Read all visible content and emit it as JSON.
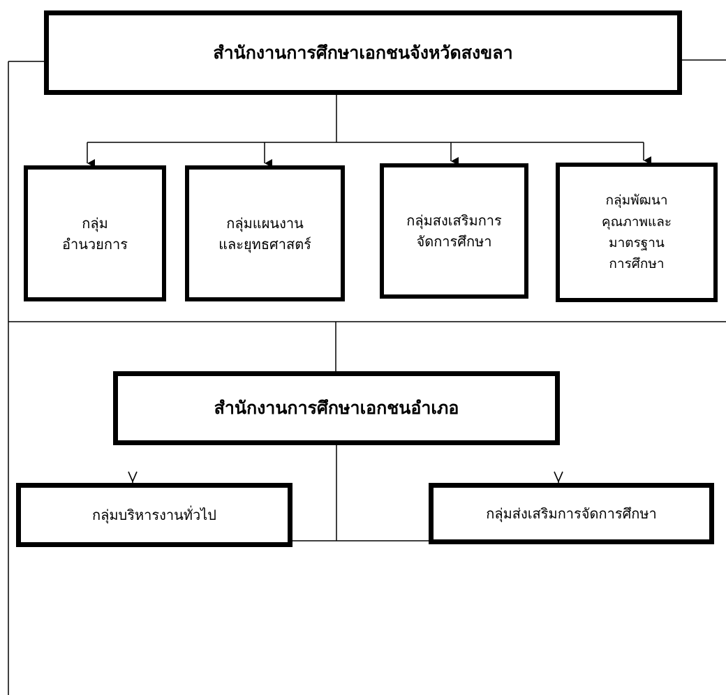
{
  "province_office": {
    "label": "สำนักงานการศึกษาเอกชนจังหวัดสงขลา"
  },
  "province_groups": [
    {
      "label": "กลุ่ม\nอำนวยการ"
    },
    {
      "label": "กลุ่มแผนงาน\nและยุทธศาสตร์"
    },
    {
      "label": "กลุ่มสงเสริมการ\nจัดการศึกษา"
    },
    {
      "label": "กลุ่มพัฒนา\nคุณภาพและ\nมาตรฐาน\nการศึกษา"
    }
  ],
  "district_office": {
    "label": "สำนักงานการศึกษาเอกชนอำเภอ"
  },
  "district_groups": [
    {
      "label": "กลุ่มบริหารงานทั่วไป"
    },
    {
      "label": "กลุ่มส่งเสริมการจัดการศึกษา"
    }
  ],
  "colors": {
    "line": "#000000",
    "background": "#ffffff"
  }
}
